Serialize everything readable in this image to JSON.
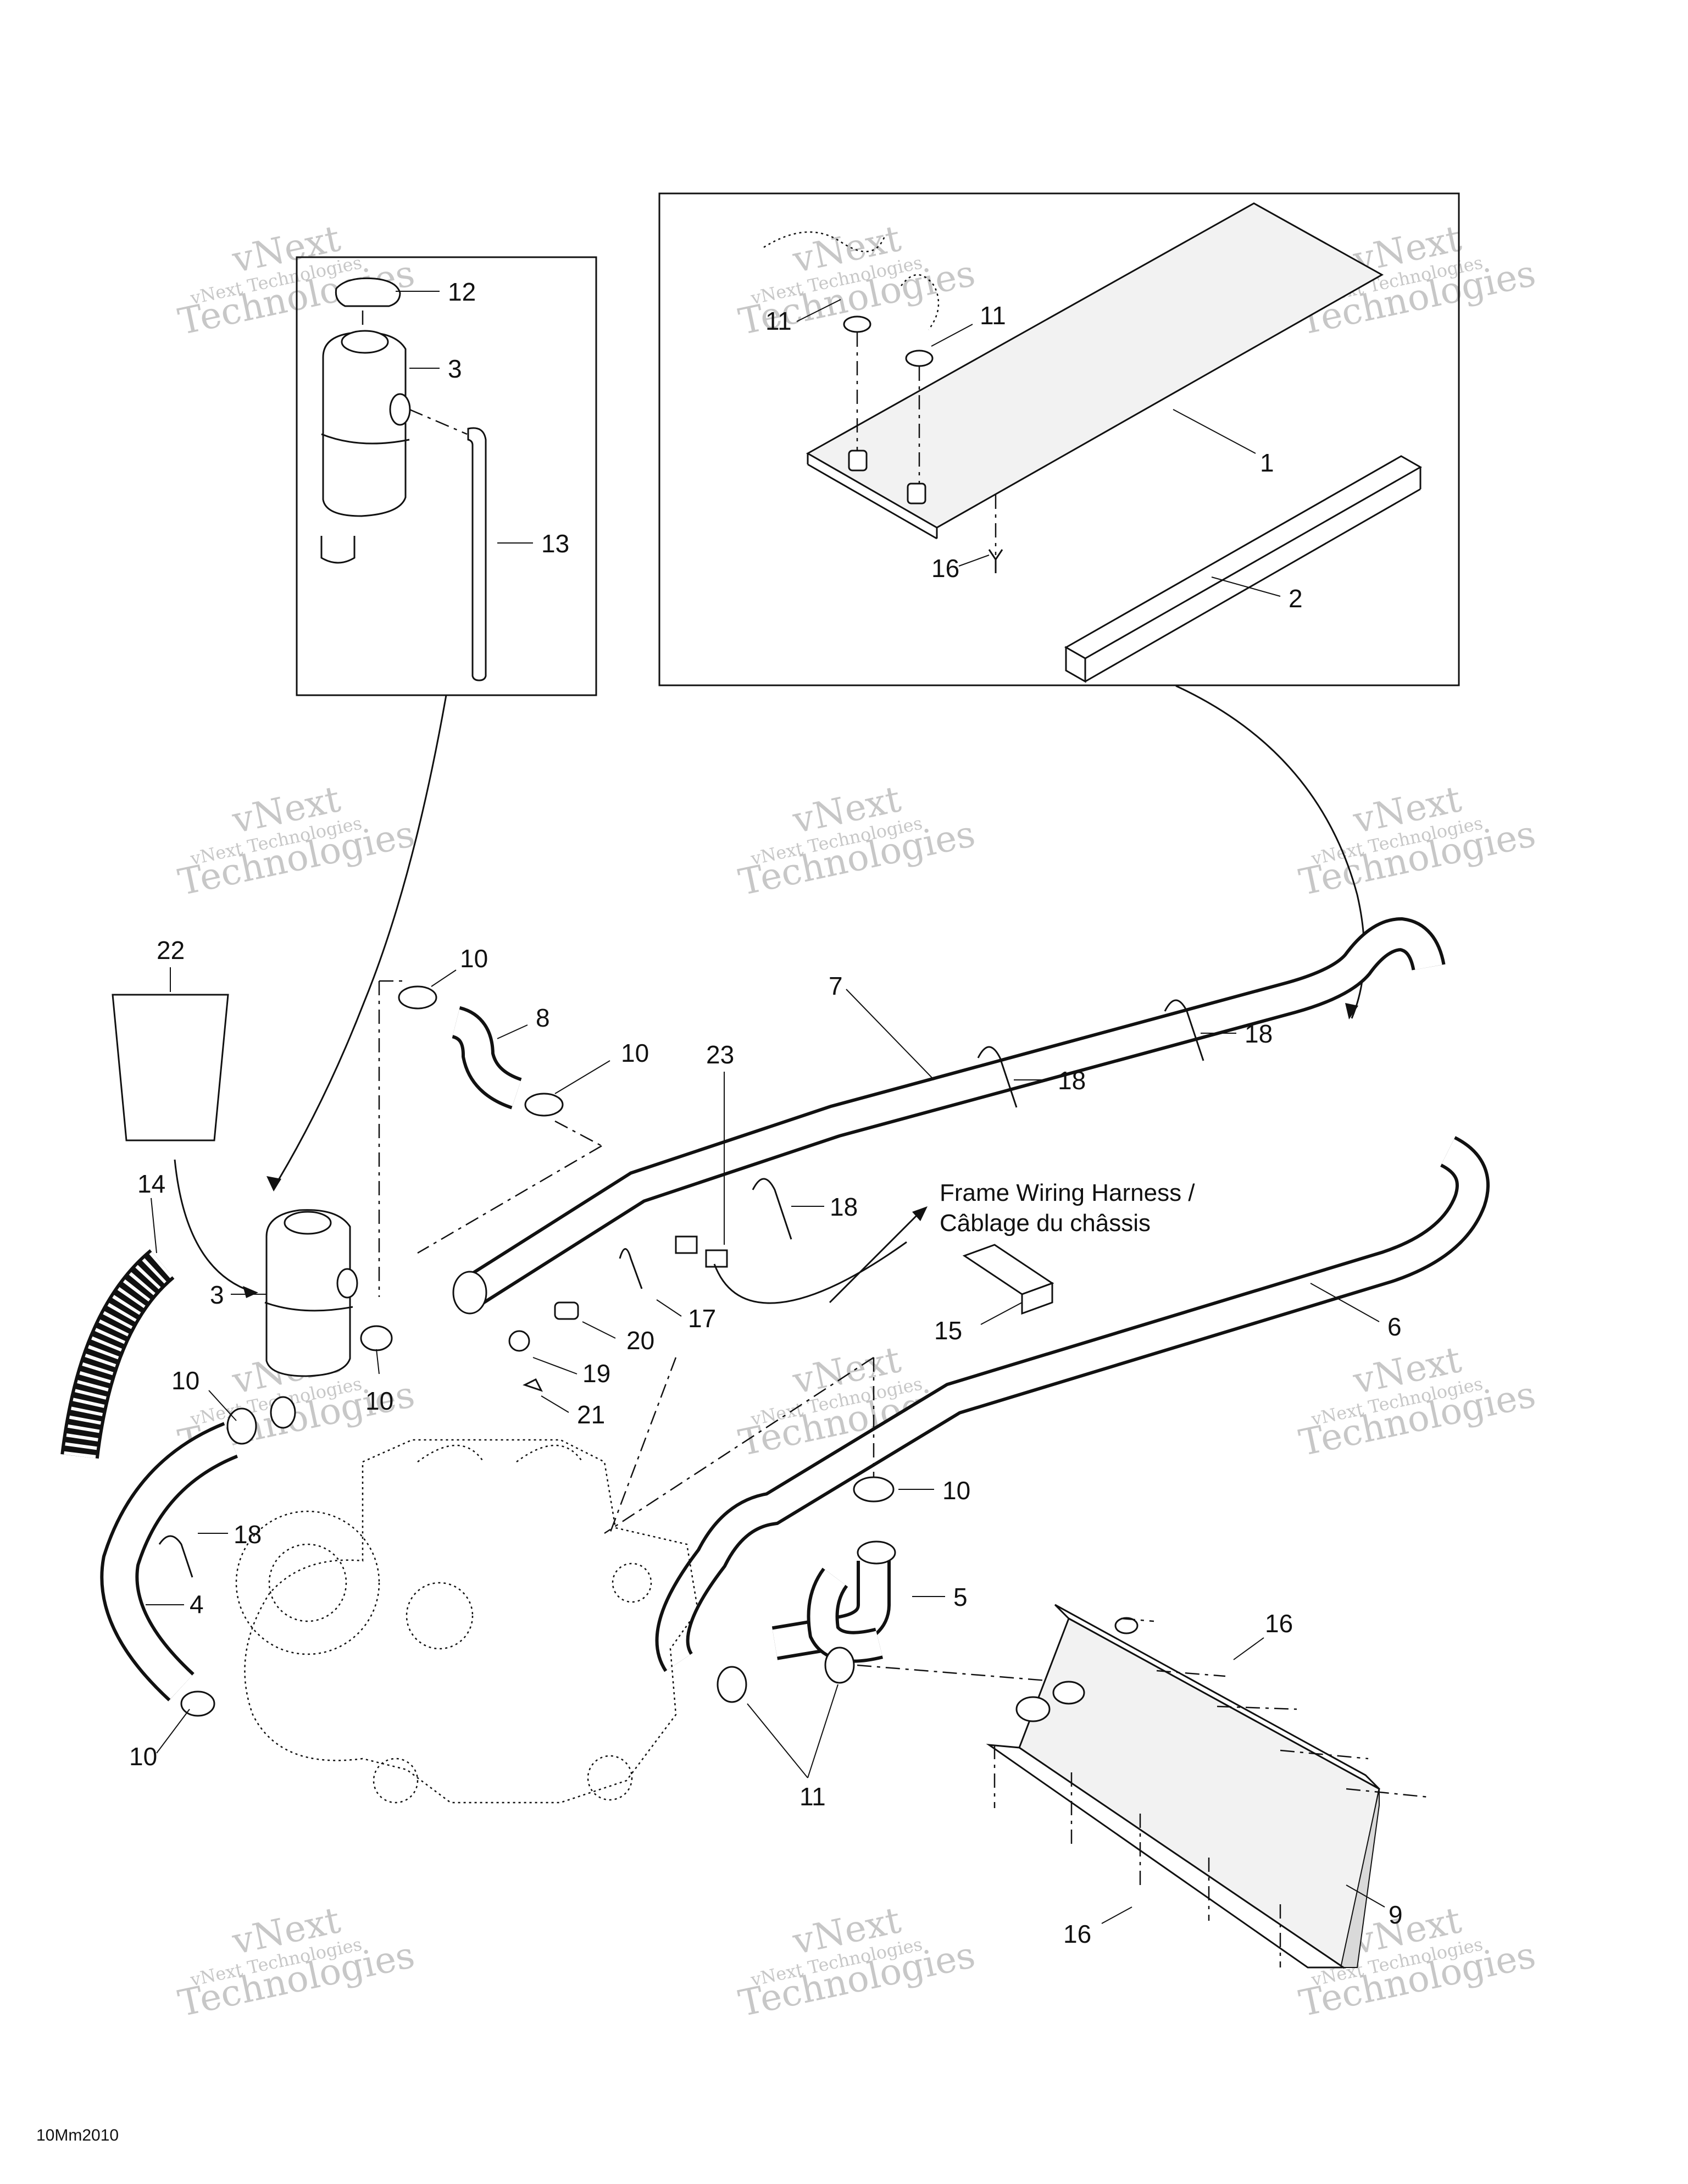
{
  "diagram": {
    "parts": {
      "p1": "1",
      "p2": "2",
      "p3a": "3",
      "p3b": "3",
      "p4": "4",
      "p5": "5",
      "p6": "6",
      "p7": "7",
      "p8": "8",
      "p9": "9",
      "p10a": "10",
      "p10b": "10",
      "p10c": "10",
      "p10d": "10",
      "p10e": "10",
      "p10f": "10",
      "p11a": "11",
      "p11b": "11",
      "p11c": "11",
      "p12": "12",
      "p13": "13",
      "p14": "14",
      "p15": "15",
      "p16a": "16",
      "p16b": "16",
      "p16c": "16",
      "p17": "17",
      "p18a": "18",
      "p18b": "18",
      "p18c": "18",
      "p18d": "18",
      "p19": "19",
      "p20": "20",
      "p21": "21",
      "p22": "22",
      "p23": "23"
    },
    "callout": {
      "line1": "Frame Wiring Harness /",
      "line2": "Câblage du châssis"
    },
    "watermark": {
      "line1": "vNext",
      "line2": "vNext Technologies",
      "line3": "Technologies"
    },
    "footer_code": "10Mm2010"
  }
}
